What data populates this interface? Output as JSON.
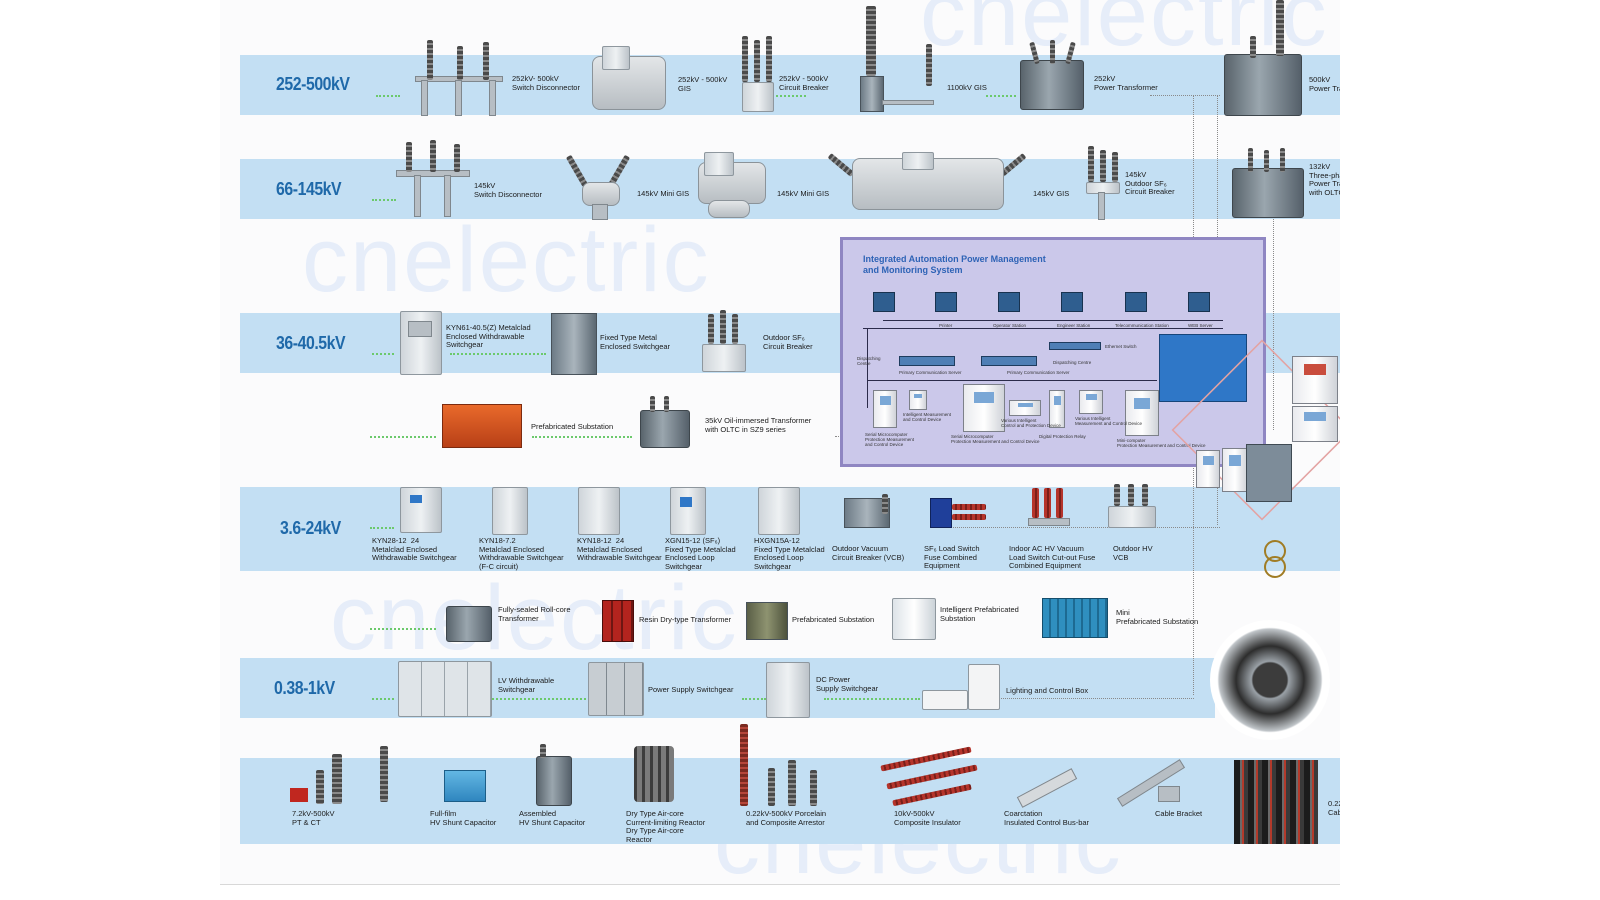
{
  "watermark": "cnelectric",
  "voltage_bands": [
    {
      "label": "252-500kV"
    },
    {
      "label": "66-145kV"
    },
    {
      "label": "36-40.5kV"
    },
    {
      "label": "3.6-24kV"
    },
    {
      "label": "0.38-1kV"
    }
  ],
  "row_252_500": [
    "252kV- 500kV\nSwitch Disconnector",
    "252kV - 500kV\nGIS",
    "252kV - 500kV\nCircuit Breaker",
    "1100kV GIS",
    "252kV\nPower Transformer",
    "500kV\nPower Tra"
  ],
  "row_66_145": [
    "145kV\nSwitch Disconnector",
    "145kV Mini GIS",
    "145kV Mini GIS",
    "145kV GIS",
    "145kV\nOutdoor SF₆\nCircuit Breaker",
    "132kV\nThree-pha\nPower Tra\nwith OLTC"
  ],
  "row_36_40": [
    "KYN61-40.5(Z) Metalclad\nEnclosed Withdrawable\nSwitchgear",
    "Fixed Type Metal\nEnclosed Switchgear",
    "Outdoor SF₆\nCircuit Breaker"
  ],
  "row_36_40_sub": [
    "Prefabricated Substation",
    "35kV Oil-immersed Transformer\nwith OLTC in SZ9 series"
  ],
  "row_3_6_24": [
    "KYN28-12  24\nMetalclad Enclosed\nWithdrawable Switchgear",
    "KYN18-7.2\nMetalclad Enclosed\nWithdrawable Switchgear\n(F-C circuit)",
    "KYN18-12  24\nMetalclad Enclosed\nWithdrawable Switchgear",
    "XGN15-12 (SF₆)\nFixed Type Metalclad\nEnclosed Loop\nSwitchgear",
    "HXGN15A-12\nFixed Type Metalclad\nEnclosed Loop\nSwitchgear",
    "Outdoor Vacuum\nCircuit Breaker (VCB)",
    "SF₆ Load Switch\nFuse Combined\nEquipment",
    "Indoor AC HV Vacuum\nLoad Switch Cut-out Fuse\nCombined Equipment",
    "Outdoor HV\nVCB"
  ],
  "row_3_6_24_sub": [
    "Fully-sealed Roll-core\nTransformer",
    "Resin Dry-type Transformer",
    "Prefabricated Substation",
    "Intelligent Prefabricated\nSubstation",
    "Mini\nPrefabricated Substation"
  ],
  "row_lv": [
    "LV Withdrawable\nSwitchgear",
    "Power Supply Switchgear",
    "DC Power\nSupply Switchgear",
    "Lighting and Control Box"
  ],
  "row_accessories": [
    "7.2kV-500kV\nPT & CT",
    "Full-film\nHV Shunt Capacitor",
    "Assembled\nHV Shunt Capacitor",
    "Dry Type Air-core\nCurrent-limiting Reactor\nDry Type Air-core\nReactor",
    "0.22kV-500kV Porcelain\nand Composite Arrestor",
    "10kV-500kV\nComposite Insulator",
    "Coarctation\nInsulated Control Bus-bar",
    "Cable Bracket",
    "0.22\nCab"
  ],
  "automation_panel": {
    "title": "Integrated Automation Power Management\nand Monitoring System",
    "top_nodes": [
      "",
      "Printer",
      "Operator Station",
      "Engineer Station",
      "Telecommunication Station",
      "WEB Server"
    ],
    "network_labels": [
      "Primary Communication Server",
      "Primary Communication Server",
      "Ethernet Switch",
      "Dispatching Centre",
      "Dispatching\nCentre"
    ],
    "bottom_labels": [
      "Serial Microcomputer\nProtection Measurement\nand Control Device",
      "Intelligent Measurement\nand Control Device",
      "Serial Microcomputer\nProtection Measurement and Control Device",
      "Various Intelligent\nControl and Protection Device",
      "Digital Protection Relay",
      "Various Intelligent\nMeasurement and Control Device",
      "Mini-computer\nProtection Measurement and Control Device"
    ]
  },
  "colors": {
    "band": "#c3dff3",
    "band_label": "#1f69a9",
    "panel_bg": "#cbc8ea",
    "panel_border": "#8f86c2",
    "link_dots": "#6cc96c"
  }
}
